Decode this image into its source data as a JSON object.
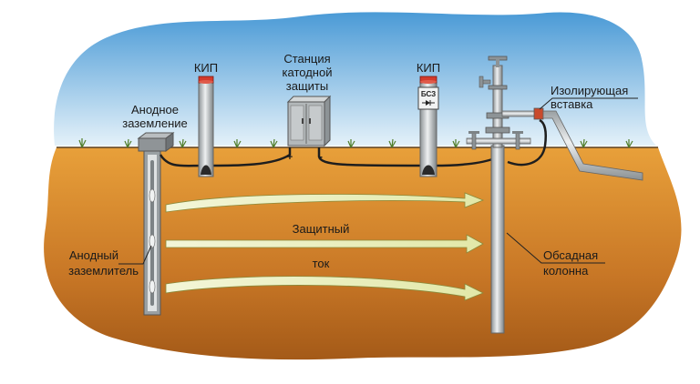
{
  "labels": {
    "kip_left": "КИП",
    "kip_right": "КИП",
    "station_line1": "Станция",
    "station_line2": "катодной",
    "station_line3": "защиты",
    "anode_ground_line1": "Анодное",
    "anode_ground_line2": "заземление",
    "insulating_line1": "Изолирующая",
    "insulating_line2": "вставка",
    "anode_electrode_line1": "Анодный",
    "anode_electrode_line2": "заземлитель",
    "current_line1": "Защитный",
    "current_line2": "ток",
    "casing_line1": "Обсадная",
    "casing_line2": "колонна",
    "bsz": "БСЗ",
    "plus": "+",
    "minus": "-"
  },
  "colors": {
    "sky_top": "#4a9ad6",
    "sky_bottom": "#e4f1f9",
    "soil_top": "#e8a03a",
    "soil_bottom": "#a45a18",
    "current_arrow": "#eef2c4",
    "pipe": "#c8ccce",
    "cable": "#1e1e1e"
  }
}
